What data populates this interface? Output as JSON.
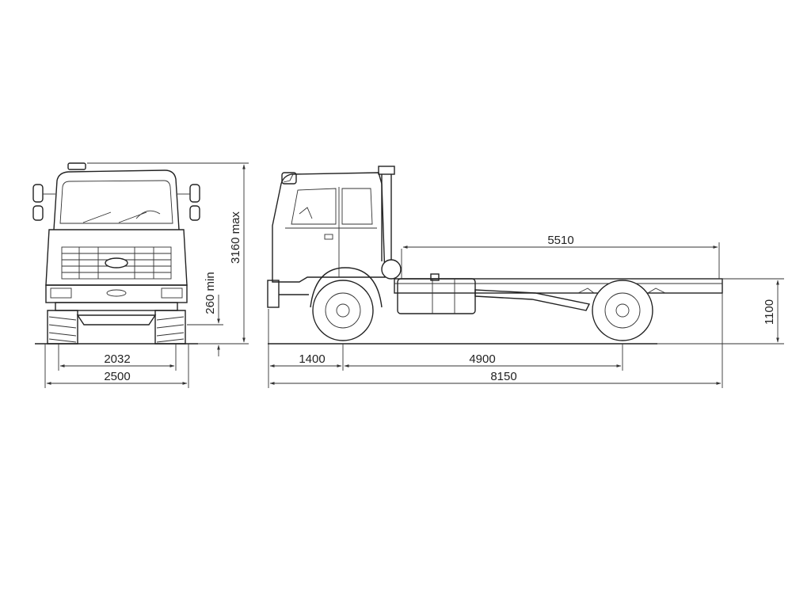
{
  "dimensions": {
    "track_width": "2032",
    "overall_width": "2500",
    "max_height": "3160 max",
    "ground_clearance": "260 min",
    "frame_length": "5510",
    "frame_height": "1100",
    "front_overhang": "1400",
    "wheelbase": "4900",
    "overall_length": "8150"
  }
}
